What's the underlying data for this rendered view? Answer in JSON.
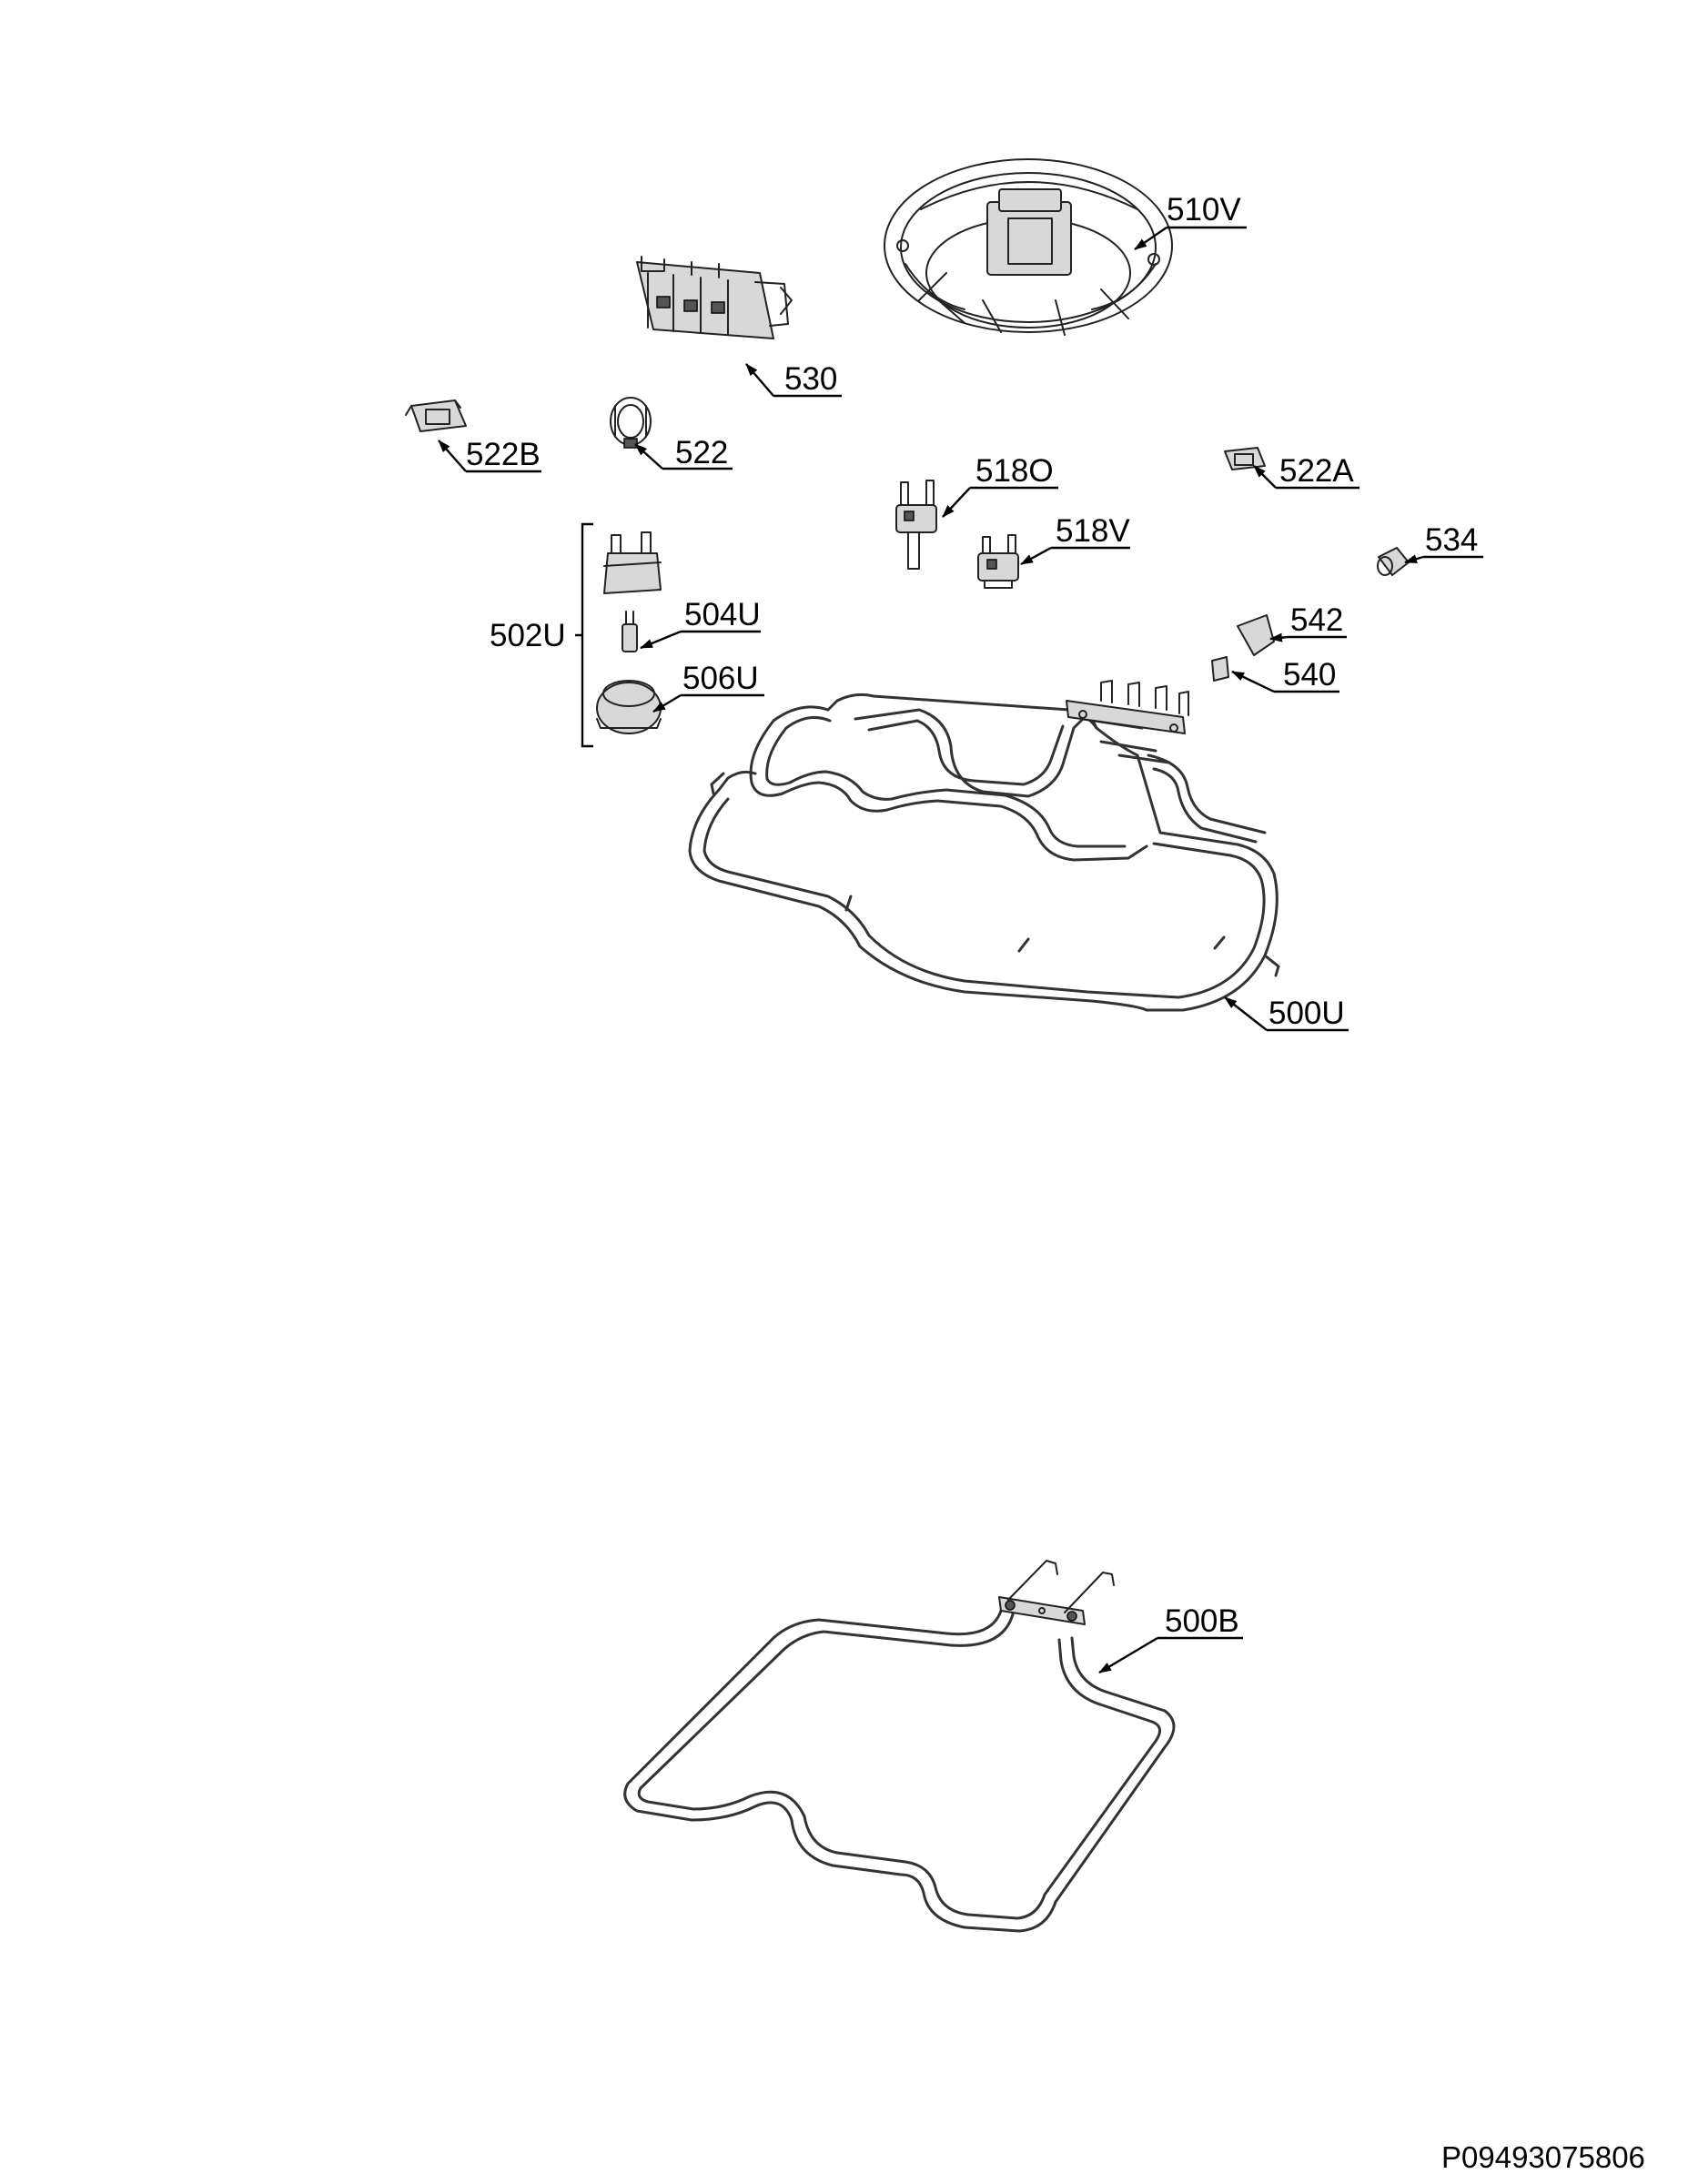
{
  "labels": {
    "p510V": "510V",
    "p530": "530",
    "p522B": "522B",
    "p522": "522",
    "p518O": "518O",
    "p522A": "522A",
    "p518V": "518V",
    "p534": "534",
    "p502U": "502U",
    "p504U": "504U",
    "p542": "542",
    "p506U": "506U",
    "p540": "540",
    "p500U": "500U",
    "p500B": "500B"
  },
  "document_id": "P09493075806",
  "colors": {
    "line": "#000000",
    "background": "#ffffff",
    "part_fill": "#d8d8d8"
  }
}
